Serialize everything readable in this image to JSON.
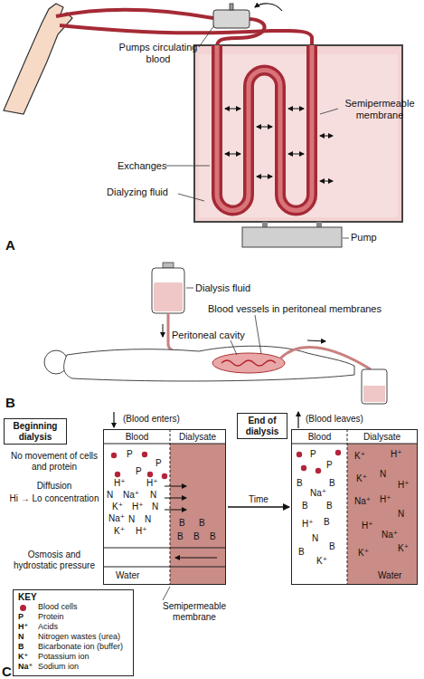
{
  "diagram": {
    "nodes": [
      {
        "text": [
          "Beginning dialysis"
        ]
      },
      {
        "text": [
          "Blood",
          "Dialysate"
        ]
      },
      {
        "text": [
          "End of dialysis"
        ]
      },
      {
        "text": [
          "Blood",
          "Dialysate"
        ]
      },
      {
        "text": [
          "KEY"
        ]
      }
    ],
    "edges": [
      {
        "from": 1,
        "to": 3,
        "arrow": "to",
        "label": "Time"
      }
    ],
    "labels": [
      "Pumps circulating blood",
      "Semipermeable membrane",
      "Exchanges",
      "Dialyzing fluid",
      "Pump",
      "A",
      "Dialysis fluid",
      "Blood vessels in peritoneal membranes",
      "Peritoneal cavity",
      "B",
      "(Blood enters)",
      "No movement of cells and protein",
      "Diffusion",
      "Hi → Lo concentration",
      "Osmosis and hydrostatic pressure",
      "Water",
      "Semipermeable membrane",
      "(Blood leaves)",
      "Water",
      "C",
      "P",
      "P",
      "P",
      "H⁺",
      "H⁺",
      "N",
      "Na⁺",
      "N",
      "K⁺",
      "H⁺",
      "N",
      "Na⁺",
      "N",
      "N",
      "K⁺",
      "H⁺",
      "B",
      "B",
      "B",
      "B",
      "B",
      "P",
      "P",
      "B",
      "Na⁺",
      "B",
      "B",
      "B",
      "H⁺",
      "B",
      "N",
      "B",
      "B",
      "K⁺",
      "K⁺",
      "H⁺",
      "K⁺",
      "N",
      "H⁺",
      "Na⁺",
      "H⁺",
      "N",
      "H⁺",
      "Na⁺",
      "K⁺",
      "K⁺",
      "P",
      "H⁺",
      "N",
      "B",
      "K⁺",
      "Na⁺"
    ],
    "legend": [
      {
        "text": "Blood cells",
        "color": "#b3243b"
      },
      {
        "text": "Protein"
      },
      {
        "text": "Acids"
      },
      {
        "text": "Nitrogen wastes (urea)"
      },
      {
        "text": "Bicarbonate ion (buffer)"
      },
      {
        "text": "Potassium ion"
      },
      {
        "text": "Sodium ion"
      }
    ]
  }
}
